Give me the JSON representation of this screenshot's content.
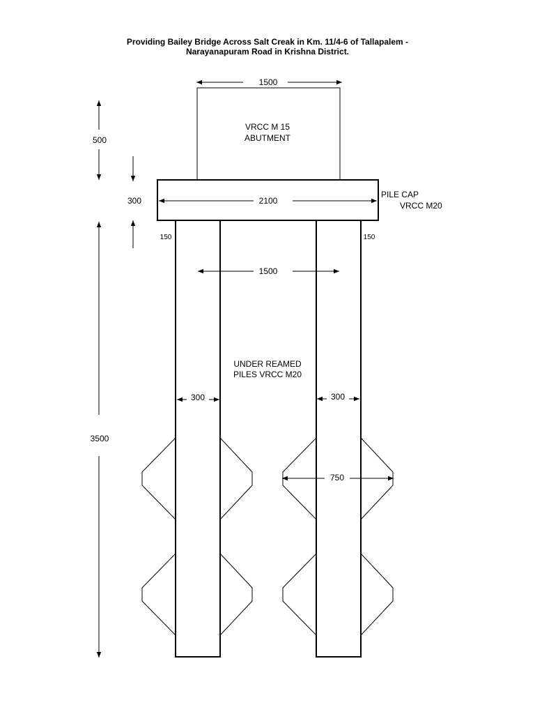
{
  "title": {
    "line1": "Providing Bailey Bridge Across Salt Creak in Km. 11/4-6 of Tallapalem -",
    "line2": "Narayanapuram Road in Krishna District."
  },
  "dimensions": {
    "abutment_width": "1500",
    "abutment_height": "500",
    "pile_cap_height": "300",
    "pile_cap_width": "2100",
    "pile_spacing": "1500",
    "pile_edge_left": "150",
    "pile_edge_right": "150",
    "pile_dia_left": "300",
    "pile_dia_right": "300",
    "bulb_dia": "750",
    "pile_length": "3500"
  },
  "labels": {
    "abutment_line1": "VRCC M 15",
    "abutment_line2": "ABUTMENT",
    "pile_cap_line1": "PILE CAP",
    "pile_cap_line2": "VRCC M20",
    "piles_line1": "UNDER REAMED",
    "piles_line2": "PILES VRCC M20"
  }
}
